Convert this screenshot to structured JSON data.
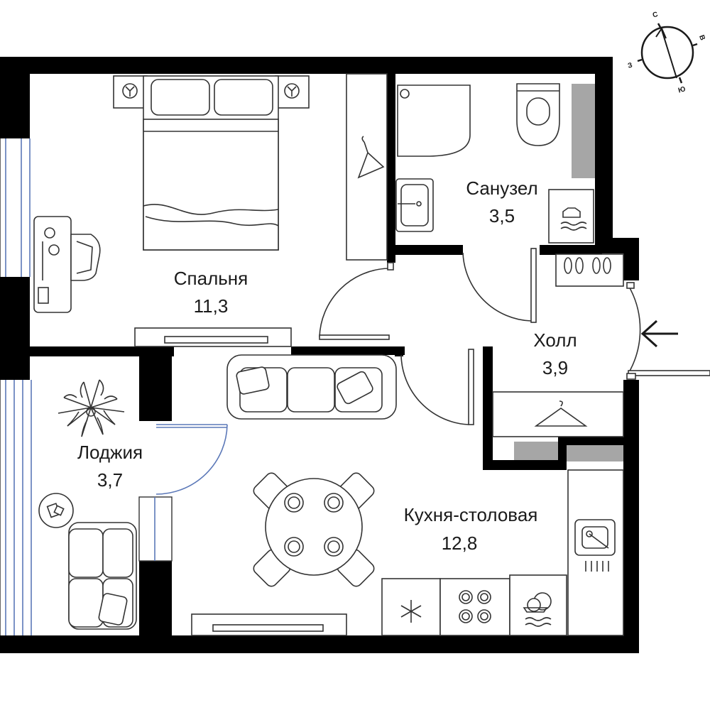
{
  "rooms": {
    "bedroom": {
      "name": "Спальня",
      "area": "11,3"
    },
    "bathroom": {
      "name": "Санузел",
      "area": "3,5"
    },
    "hall": {
      "name": "Холл",
      "area": "3,9"
    },
    "loggia": {
      "name": "Лоджия",
      "area": "3,7"
    },
    "kitchen": {
      "name": "Кухня-столовая",
      "area": "12,8"
    }
  },
  "compass": {
    "north": "С",
    "east": "В",
    "south": "Ю",
    "west": "З"
  },
  "colors": {
    "wall": "#000000",
    "window": "#5b78b8",
    "fixture_gray": "#a6a6a6",
    "line": "#333333"
  }
}
